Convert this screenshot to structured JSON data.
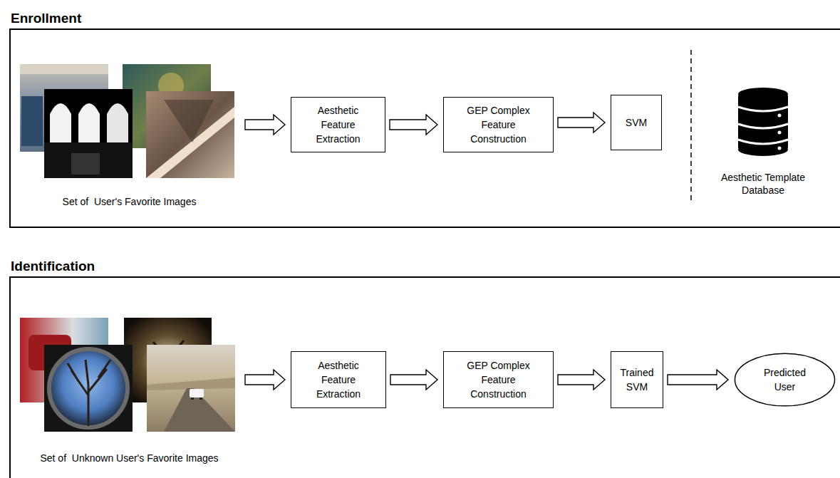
{
  "diagram": {
    "nodes": [
      {
        "text": [
          "Enrollment"
        ]
      },
      {
        "text": [
          "Set of  User's Favorite Images"
        ],
        "in": 0
      },
      {
        "text": [
          "Aesthetic Feature Extraction"
        ],
        "in": 0
      },
      {
        "text": [
          "GEP Complex Feature Construction"
        ],
        "in": 0
      },
      {
        "text": [
          "SVM"
        ],
        "in": 0
      },
      {
        "text": [
          "Aesthetic Template Database"
        ],
        "in": 0
      },
      {
        "text": [
          "Identification"
        ]
      },
      {
        "text": [
          "Set of  Unknown User's Favorite Images"
        ],
        "in": 6
      },
      {
        "text": [
          "Aesthetic Feature Extraction"
        ],
        "in": 6
      },
      {
        "text": [
          "GEP Complex Feature Construction"
        ],
        "in": 6
      },
      {
        "text": [
          "Trained SVM"
        ],
        "in": 6
      },
      {
        "text": [
          "Predicted User"
        ],
        "in": 6
      }
    ],
    "edges": [
      {
        "from": 1,
        "to": 2,
        "arrow": "to"
      },
      {
        "from": 2,
        "to": 3,
        "arrow": "to"
      },
      {
        "from": 3,
        "to": 4,
        "arrow": "to"
      },
      {
        "from": 7,
        "to": 8,
        "arrow": "to"
      },
      {
        "from": 8,
        "to": 9,
        "arrow": "to"
      },
      {
        "from": 9,
        "to": 10,
        "arrow": "to"
      },
      {
        "from": 10,
        "to": 11,
        "arrow": "to"
      }
    ]
  }
}
